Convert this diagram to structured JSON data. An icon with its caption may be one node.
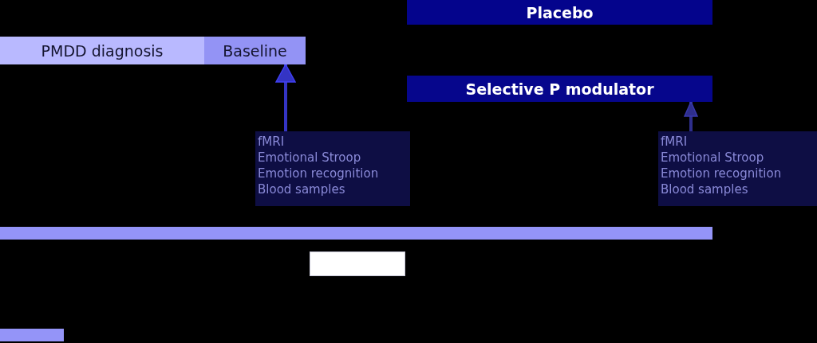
{
  "diagram": {
    "nodes": [
      {
        "text": [
          "Placebo"
        ]
      },
      {
        "text": [
          "PMDD diagnosis"
        ]
      },
      {
        "text": [
          "Baseline"
        ]
      },
      {
        "text": [
          "Selective P modulator"
        ]
      },
      {
        "text": [
          "fMRI",
          "Emotional Stroop",
          "Emotion recognition",
          "Blood samples"
        ]
      },
      {
        "text": [
          "fMRI",
          "Emotional Stroop",
          "Emotion recognition",
          "Blood samples"
        ]
      },
      {
        "text": [],
        "shape": "bar"
      },
      {
        "text": [],
        "shape": "box"
      },
      {
        "text": [],
        "shape": "bar"
      }
    ],
    "edges": [
      {
        "from": 4,
        "to": 2,
        "arrow": "to"
      },
      {
        "from": 5,
        "to": 3,
        "arrow": "to",
        "color": "#2e2e8c"
      }
    ]
  }
}
